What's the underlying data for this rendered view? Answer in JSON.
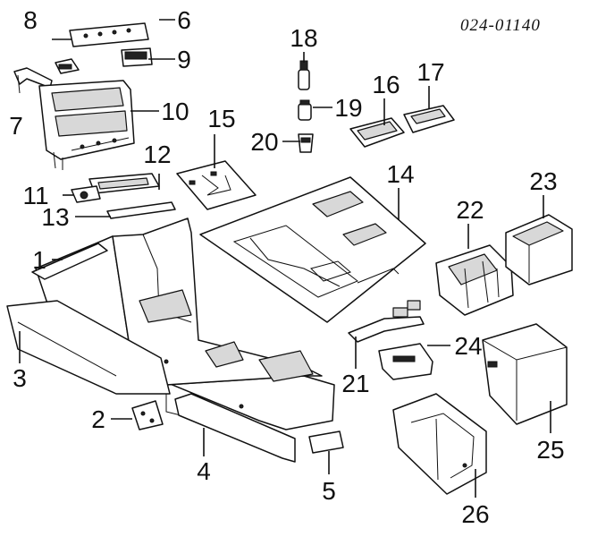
{
  "diagram": {
    "reference_code": "024-01140",
    "callouts": [
      "1",
      "2",
      "3",
      "4",
      "5",
      "6",
      "7",
      "8",
      "9",
      "10",
      "11",
      "12",
      "13",
      "14",
      "15",
      "16",
      "17",
      "18",
      "19",
      "20",
      "21",
      "22",
      "23",
      "24",
      "25",
      "26"
    ]
  },
  "colors": {
    "ink": "#111111",
    "paper": "#ffffff",
    "shade": "#d8d8d8"
  }
}
